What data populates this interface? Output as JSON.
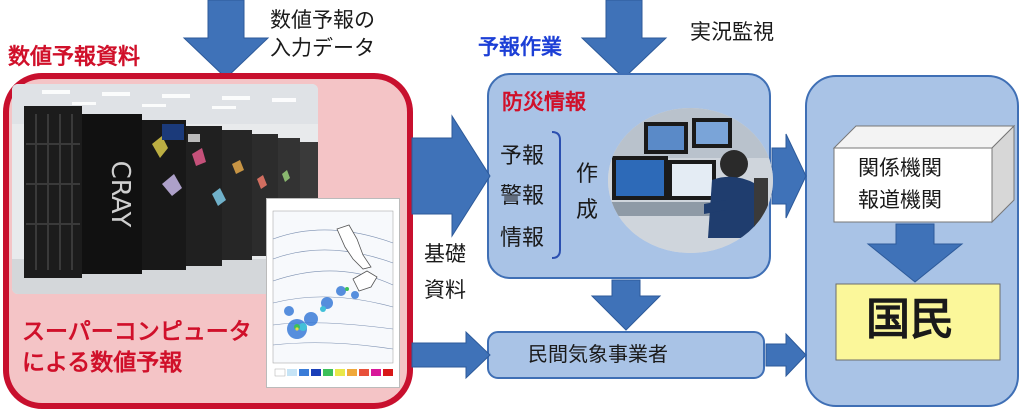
{
  "labels": {
    "input_data_line1": "数値予報の",
    "input_data_line2": "入力データ",
    "nwp_material": "数値予報資料",
    "forecast_work": "予報作業",
    "observation": "実況監視",
    "disaster_info": "防災情報",
    "forecast": "予報",
    "warning": "警報",
    "information": "情報",
    "create_line1": "作",
    "create_line2": "成",
    "basic_line1": "基礎",
    "basic_line2": "資料",
    "supercomputer_line1": "スーパーコンピュータ",
    "supercomputer_line2": "による数値予報",
    "private_weather": "民間気象事業者",
    "agencies": "関係機関",
    "media": "報道機関",
    "citizens": "国民"
  },
  "icons": {
    "cray": "cray-supercomputer-image",
    "weather_map": "weather-map-image",
    "forecaster": "forecaster-photo"
  },
  "colors": {
    "arrow": "#3f72b8",
    "panel": "#a9c3e6",
    "panel_border": "#3f6fb5",
    "red_accent": "#d0102a",
    "red_panel": "#f4c4c6",
    "citizen_box": "#fbf79a"
  }
}
